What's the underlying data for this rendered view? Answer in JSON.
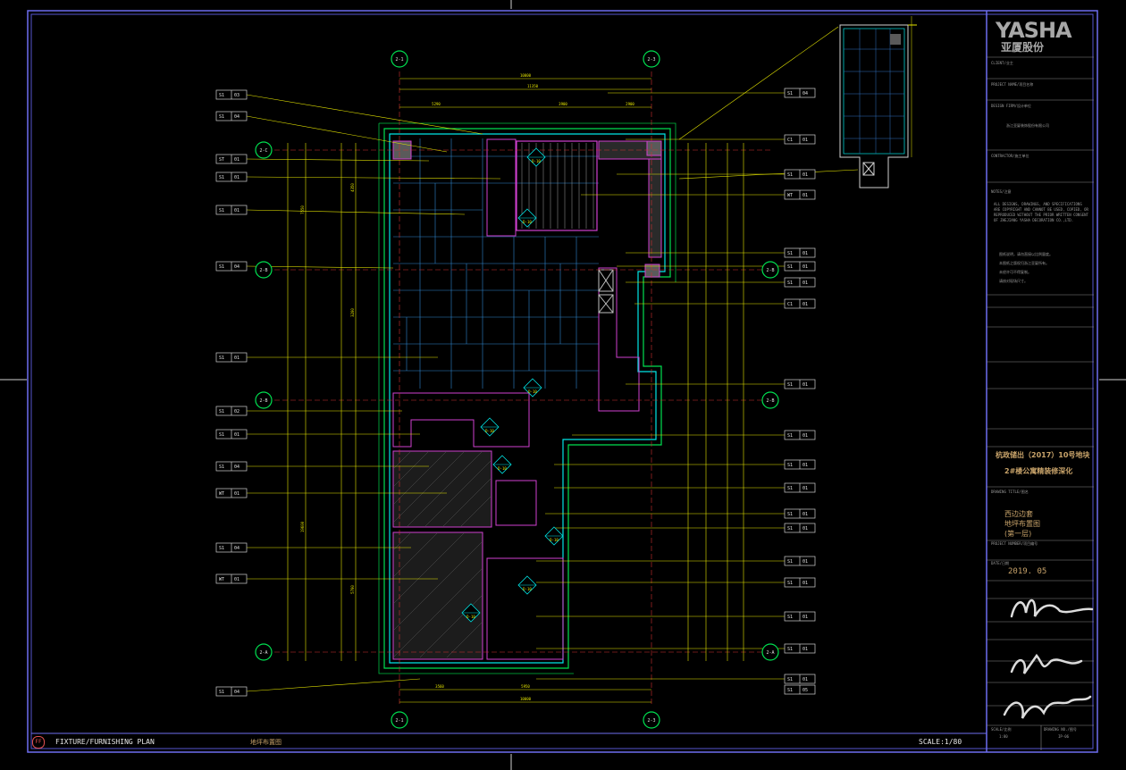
{
  "title_block": {
    "logo": "YASHA",
    "logo_sub": "亚厦股份",
    "project_line1": "杭政储出（2017）10号地块",
    "project_line2": "2#楼公寓精装修深化",
    "drawing_title_1": "西边边套",
    "drawing_title_2": "地坪布置图",
    "drawing_title_3": "(第一层)",
    "date": "2019. 05",
    "drawing_no": "IP-06",
    "design_firm": "浙江亚厦装饰股份有限公司",
    "notes": "ALL DESIGNS, DRAWINGS, AND SPECIFICATIONS ARE COPYRIGHT AND CANNOT BE USED, COPIED, OR REPRODUCED WITHOUT THE PRIOR WRITTEN CONSENT OF ZHEJIANG YASHA DECORATION CO.,LTD.",
    "notes_cn_1": "图纸说明，请勿直接以比例量度。",
    "notes_cn_2": "本图纸之版权归浙江亚厦所有。",
    "notes_cn_3": "未经许可不得复制。",
    "notes_cn_4": "请核对现场尺寸。",
    "field_client": "CLIENT/业主",
    "field_project": "PROJECT NAME/项目名称",
    "field_design": "DESIGN FIRM/设计单位",
    "field_contractor": "CONTRACTOR/施工单位",
    "field_notes": "NOTES/注意",
    "field_drawing": "DRAWING TITLE/图名",
    "field_project_no": "PROJECT NUMBER/项目编号",
    "field_date": "DATE/日期",
    "field_scale": "SCALE/比例",
    "field_drawing_no": "DRAWING NO./图号",
    "scale_value": "1:80"
  },
  "bottom_bar": {
    "code": "FF",
    "plan_title": "FIXTURE/FURNISHING PLAN",
    "plan_title_cn": "地坪布置图",
    "scale": "SCALE:1/80"
  },
  "grid_bubbles": [
    "2-1",
    "2-3",
    "2-C",
    "2-B",
    "2-B",
    "2-A"
  ],
  "tags": {
    "left": [
      "S1 03",
      "S1 04",
      "ST 01",
      "S1 01",
      "S1 01",
      "S1 04",
      "S1 01",
      "S1 02",
      "S1 01",
      "S1 04",
      "WT 01",
      "S1 04",
      "WT 01",
      "S1 04"
    ],
    "right": [
      "S1 04",
      "C1 01",
      "S1 01",
      "WT 01",
      "S1 01",
      "S1 01",
      "S1 01",
      "C1 01",
      "S1 01",
      "S1 01",
      "S1 01",
      "S1 01",
      "S1 01",
      "S1 01",
      "S1 01",
      "S1 01",
      "S1 01",
      "S1 01",
      "S1 01",
      "S1 05"
    ]
  },
  "dimensions": {
    "top_total": "10000",
    "top_inner": "11350",
    "top_seg_1": "5290",
    "top_seg_2": "3900",
    "top_seg_3": "2900",
    "bottom_seg_1": "3560",
    "bottom_seg_2": "5950",
    "bottom_total": "10000",
    "left_seg_1": "4350",
    "left_seg_2": "3200",
    "left_seg_3": "7550",
    "left_seg_4": "19600",
    "left_seg_5": "5700"
  },
  "detail_markers": [
    "D-10",
    "D-10",
    "D-10",
    "D-10",
    "D-10",
    "D-10",
    "D-10",
    "D-10"
  ]
}
